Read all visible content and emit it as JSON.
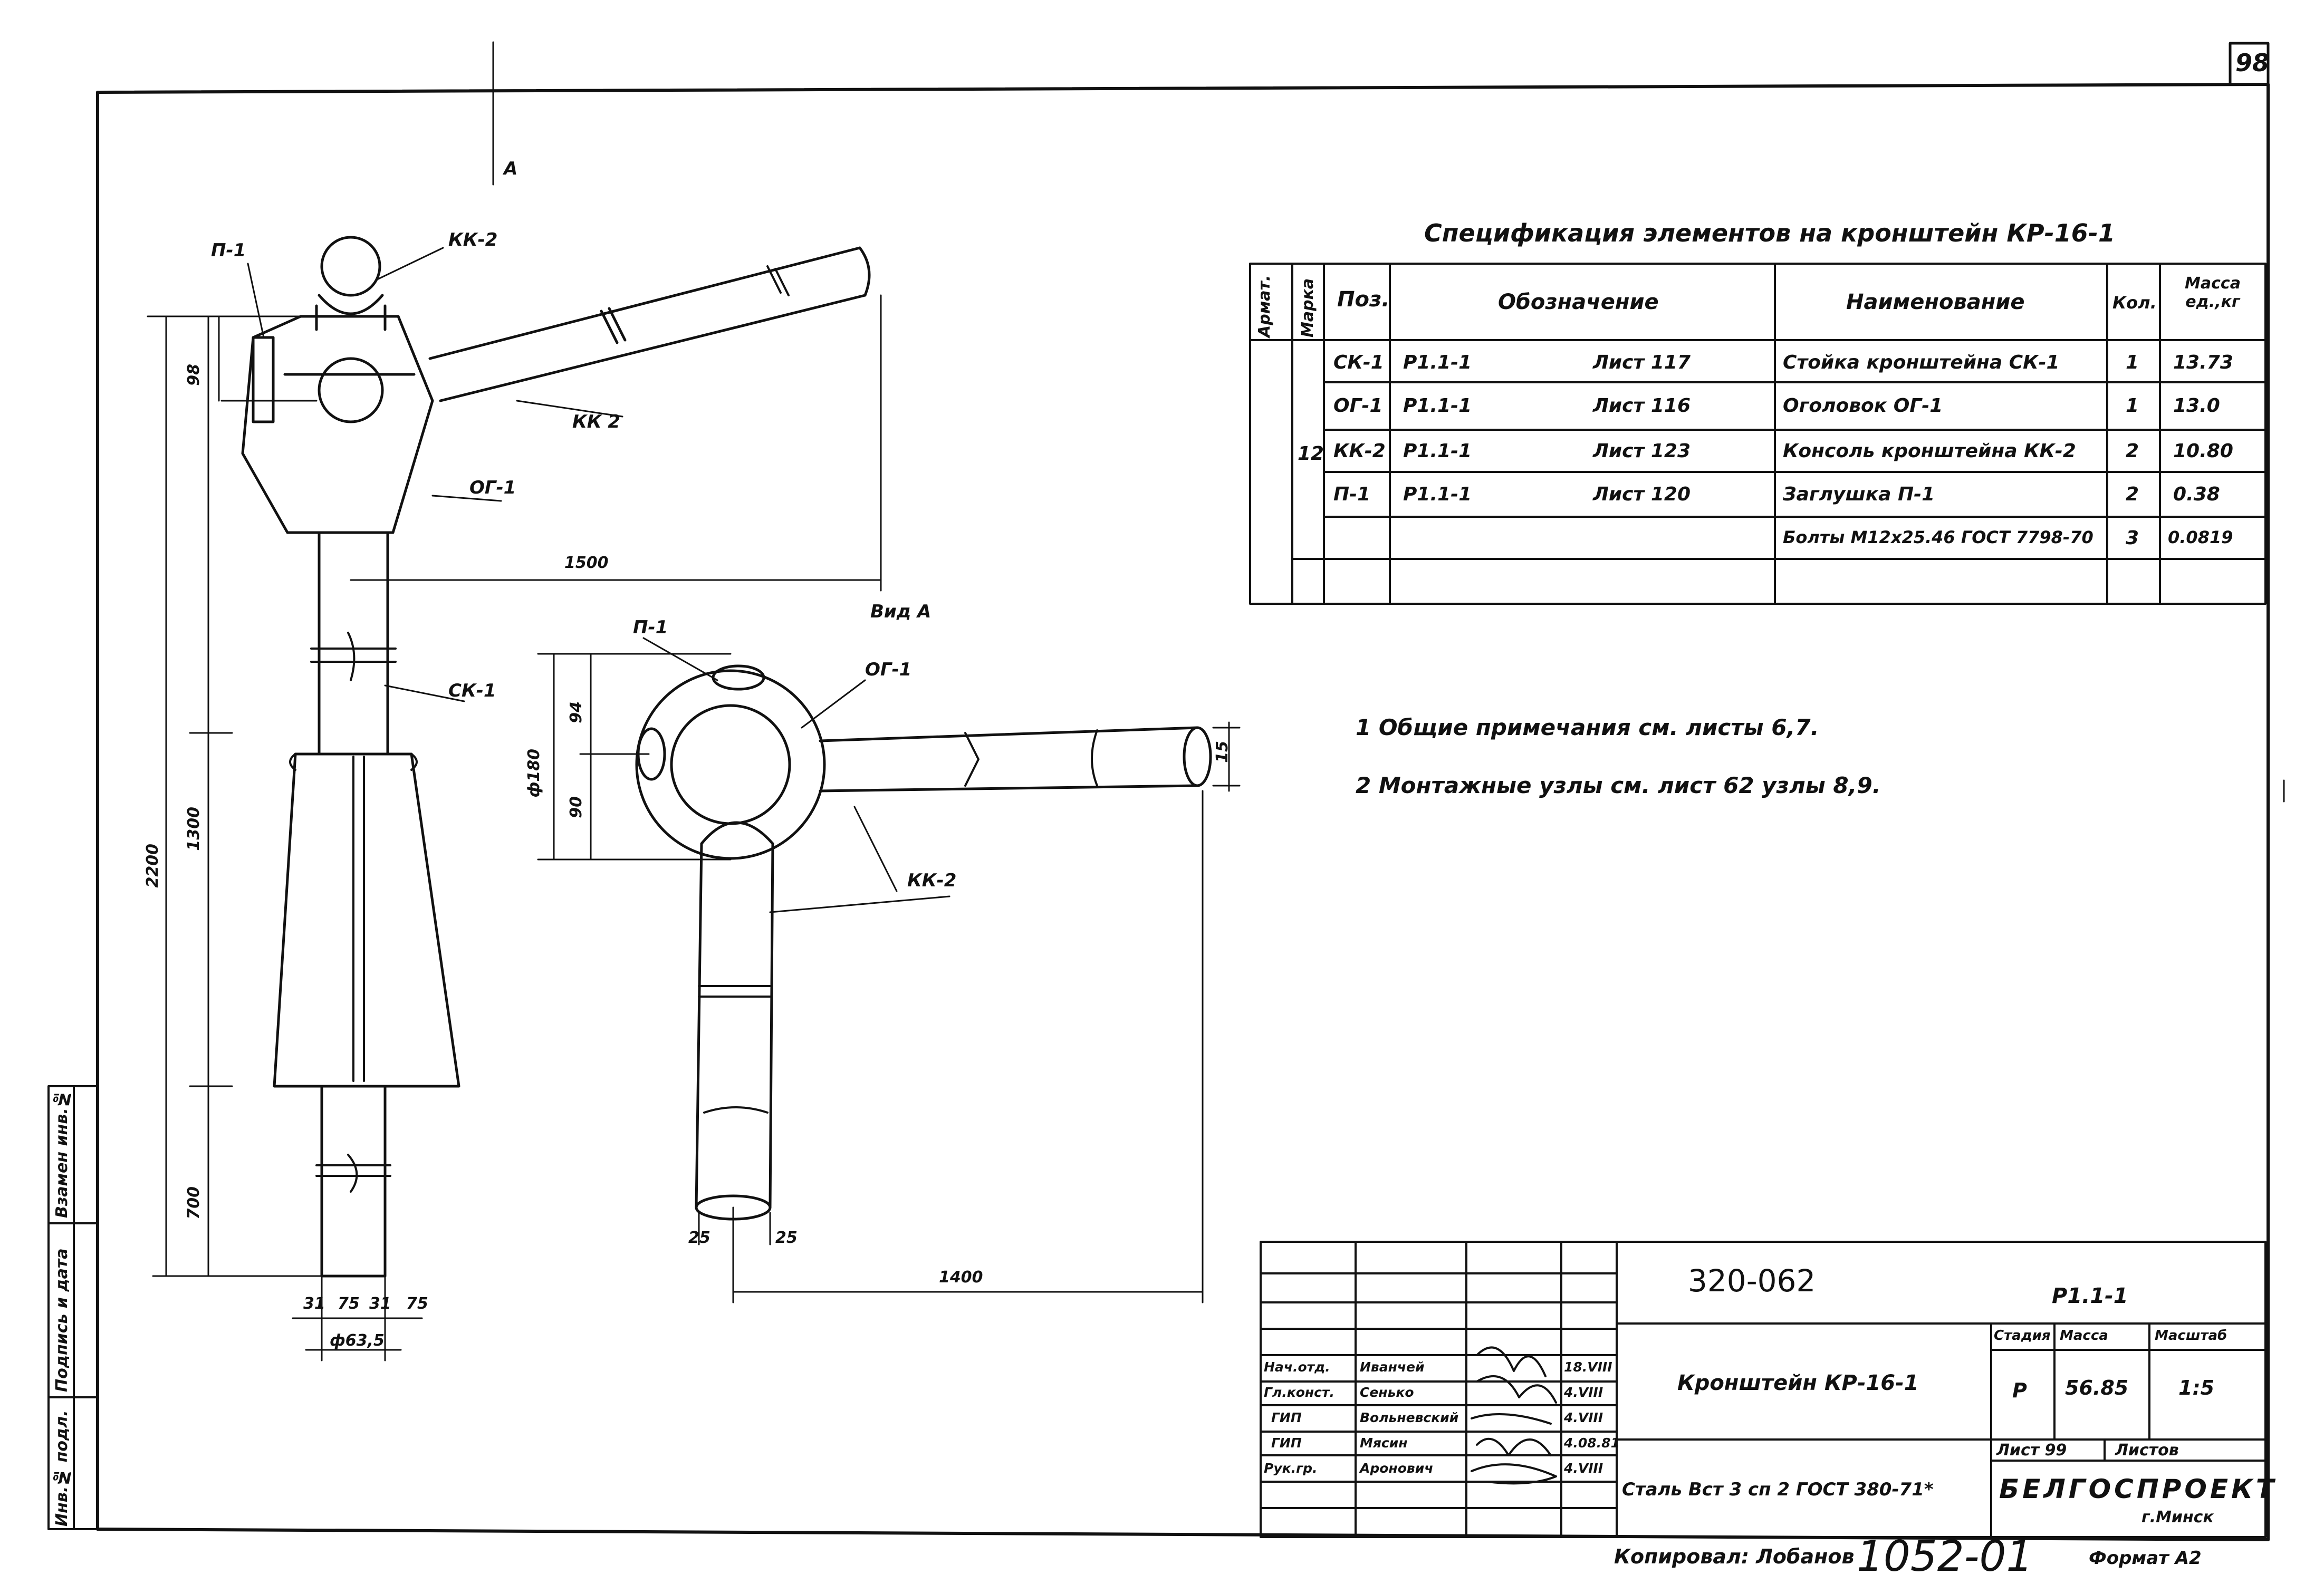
{
  "sheet_number": "98",
  "view_arrow": "А",
  "view_label": "Вид А",
  "spec": {
    "title": "Спецификация элементов на кронштейн КР-16-1",
    "headers": {
      "marka": "Марка",
      "armat": "Армат.",
      "pos": "Поз.",
      "designation": "Обозначение",
      "name": "Наименование",
      "qty": "Кол.",
      "mass": "Масса ед.,кг"
    },
    "group_mark": "12",
    "rows": [
      {
        "pos": "СК-1",
        "doc": "Р1.1-1",
        "sheet": "Лист 117",
        "name": "Стойка кронштейна СК-1",
        "qty": "1",
        "mass": "13.73"
      },
      {
        "pos": "ОГ-1",
        "doc": "Р1.1-1",
        "sheet": "Лист 116",
        "name": "Оголовок ОГ-1",
        "qty": "1",
        "mass": "13.0"
      },
      {
        "pos": "КК-2",
        "doc": "Р1.1-1",
        "sheet": "Лист 123",
        "name": "Консоль кронштейна КК-2",
        "qty": "2",
        "mass": "10.80"
      },
      {
        "pos": "П-1",
        "doc": "Р1.1-1",
        "sheet": "Лист 120",
        "name": "Заглушка П-1",
        "qty": "2",
        "mass": "0.38"
      },
      {
        "pos": "",
        "doc": "",
        "sheet": "",
        "name": "Болты М12х25.46 ГОСТ 7798-70",
        "qty": "3",
        "mass": "0.0819"
      },
      {
        "pos": "",
        "doc": "",
        "sheet": "",
        "name": "",
        "qty": "",
        "mass": ""
      }
    ]
  },
  "notes": [
    "1  Общие примечания см. листы 6,7.",
    "2  Монтажные узлы см. лист 62 узлы 8,9."
  ],
  "labels": {
    "p1": "П-1",
    "kk2_top": "КК-2",
    "kk2_arm": "КК 2",
    "og1": "ОГ-1",
    "sk1": "СК-1",
    "p1_plan": "П-1",
    "og1_plan": "ОГ-1",
    "kk2_plan": "КК-2"
  },
  "dimensions": {
    "d1500": "1500",
    "d98": "98",
    "d2200": "2200",
    "d1300": "1300",
    "d700": "700",
    "d31a": "31",
    "d75a": "75",
    "d31b": "31",
    "d75b": "75",
    "d63": "ф63,5",
    "d94": "94",
    "d90": "90",
    "d180": "ф180",
    "d25a": "25",
    "d25b": "25",
    "d1400": "1400",
    "d15": "15"
  },
  "title_block": {
    "code": "320-062",
    "doc": "Р1.1-1",
    "object": "Кронштейн КР-16-1",
    "material": "Сталь Вст 3 сп 2 ГОСТ 380-71*",
    "stage_h": "Стадия",
    "mass_h": "Масса",
    "scale_h": "Масштаб",
    "stage": "Р",
    "mass": "56.85",
    "scale": "1:5",
    "sheet": "Лист 99",
    "sheets": "Листов",
    "org": "БЕЛГОСПРОЕКТ",
    "city": "г.Минск",
    "roles": [
      {
        "role": "Нач.отд.",
        "name": "Иванчей",
        "date": "18.VIII"
      },
      {
        "role": "Гл.конст.",
        "name": "Сенько",
        "date": "4.VIII"
      },
      {
        "role": "ГИП",
        "name": "Вольневский",
        "date": "4.VIII"
      },
      {
        "role": "ГИП",
        "name": "Мясин",
        "date": "4.08.81"
      },
      {
        "role": "Рук.гр.",
        "name": "Аронович",
        "date": "4.VIII"
      }
    ]
  },
  "side_stamp": [
    "Взамен инв.№",
    "Подпись и дата",
    "Инв.№ подл."
  ],
  "copied": "Копировал: Лобанов",
  "copy_number": "1052-01",
  "format": "Формат А2"
}
